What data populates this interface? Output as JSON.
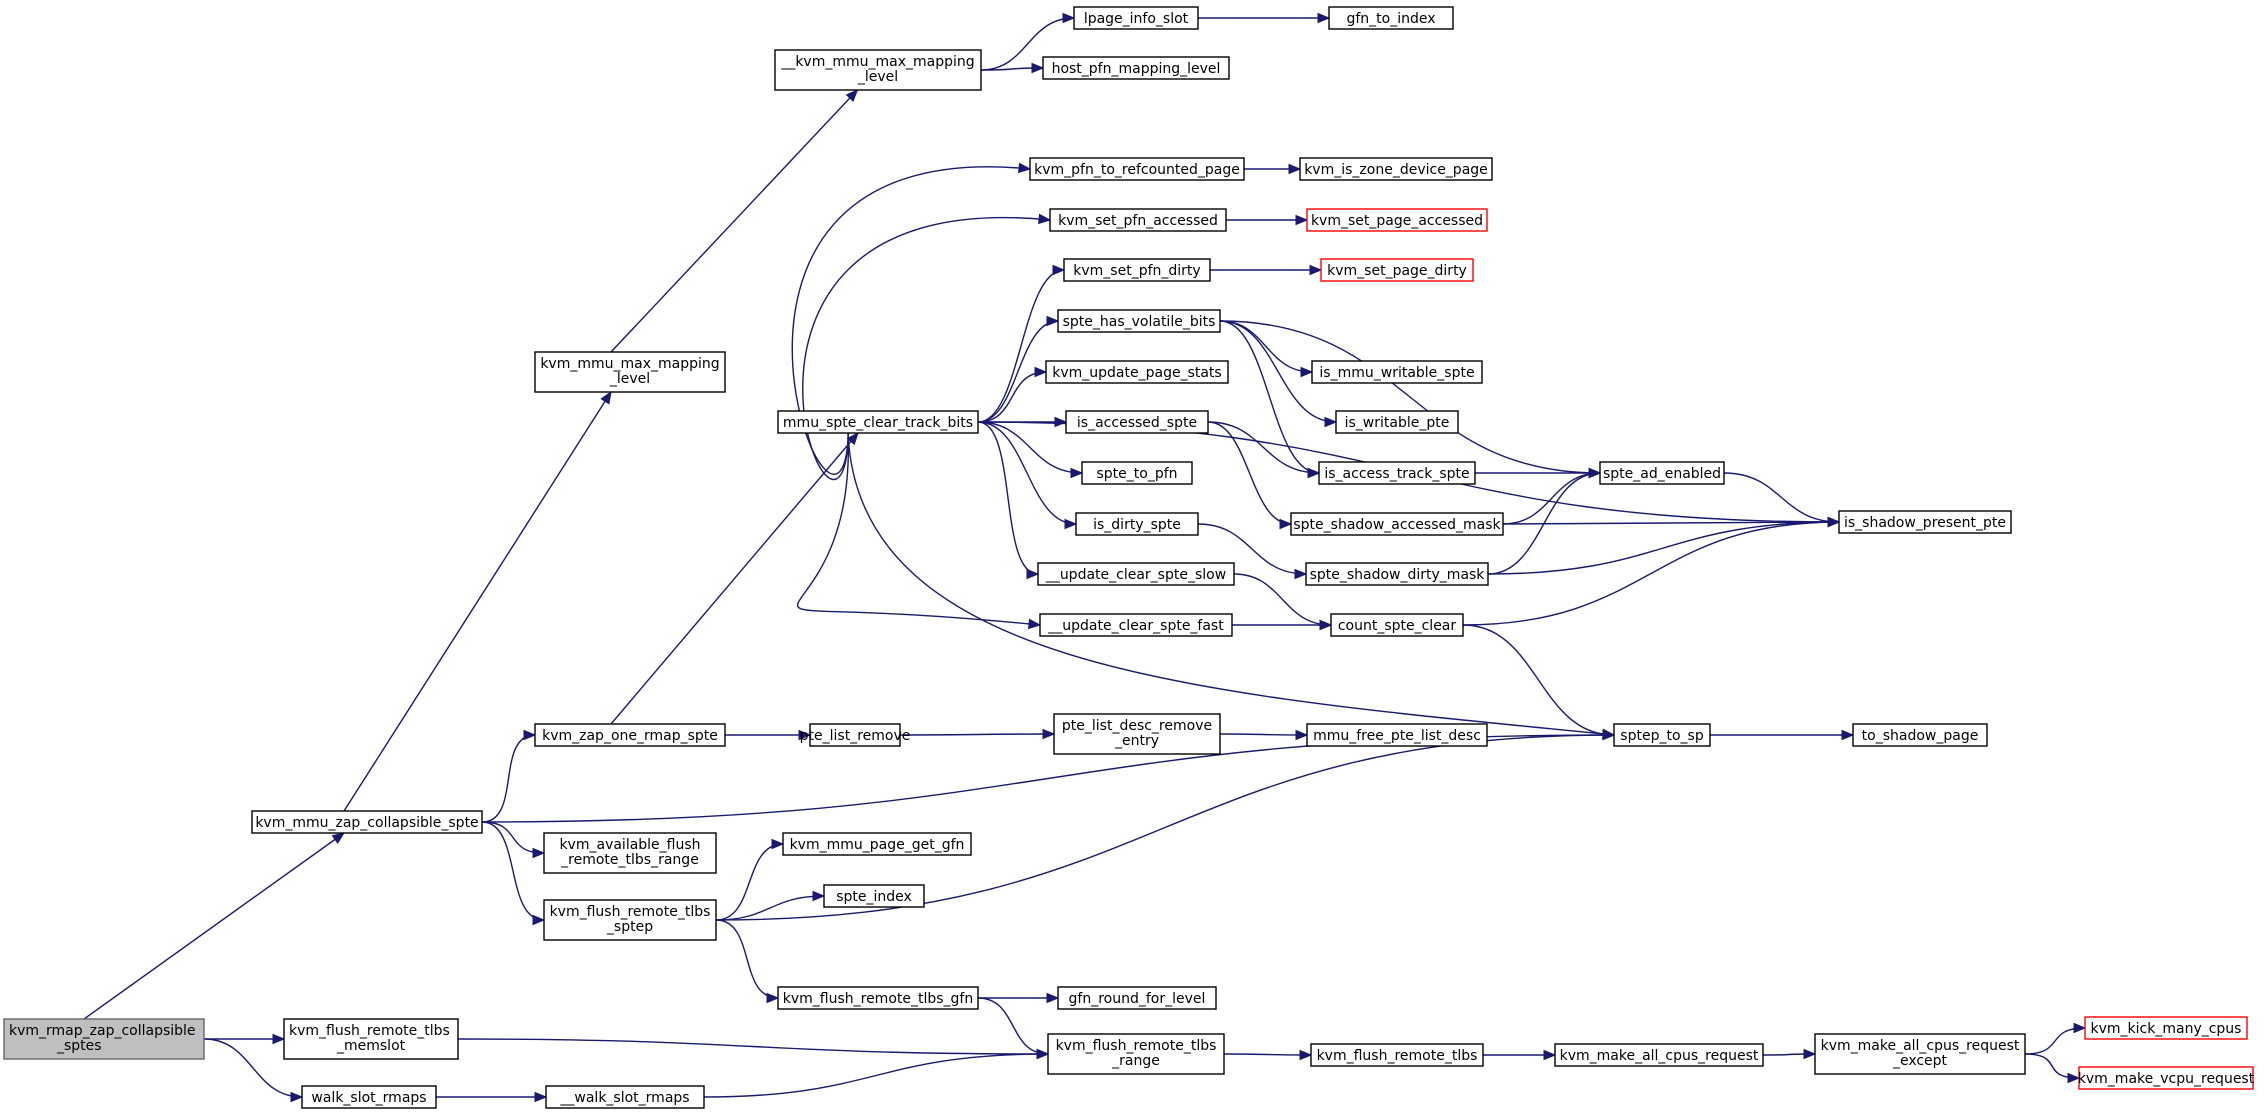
{
  "colors": {
    "edge": "#191970",
    "root_fill": "#bfbfbf",
    "truncated_border": "#ff0000",
    "node_border": "#000000"
  },
  "nodes": [
    {
      "id": "root",
      "lines": [
        "kvm_rmap_zap_collapsible",
        "_sptes"
      ],
      "kind": "root"
    },
    {
      "id": "zap_spte",
      "lines": [
        "kvm_mmu_zap_collapsible_spte"
      ]
    },
    {
      "id": "flush_memslot",
      "lines": [
        "kvm_flush_remote_tlbs",
        "_memslot"
      ]
    },
    {
      "id": "walk_slot",
      "lines": [
        "walk_slot_rmaps"
      ]
    },
    {
      "id": "walk_slot2",
      "lines": [
        "__walk_slot_rmaps"
      ]
    },
    {
      "id": "max_map",
      "lines": [
        "kvm_mmu_max_mapping",
        "_level"
      ]
    },
    {
      "id": "zap_one",
      "lines": [
        "kvm_zap_one_rmap_spte"
      ]
    },
    {
      "id": "avail_flush",
      "lines": [
        "kvm_available_flush",
        "_remote_tlbs_range"
      ]
    },
    {
      "id": "flush_sptep",
      "lines": [
        "kvm_flush_remote_tlbs",
        "_sptep"
      ]
    },
    {
      "id": "max_map2",
      "lines": [
        "__kvm_mmu_max_mapping",
        "_level"
      ]
    },
    {
      "id": "clear_track",
      "lines": [
        "mmu_spte_clear_track_bits"
      ]
    },
    {
      "id": "pte_list_remove",
      "lines": [
        "pte_list_remove"
      ]
    },
    {
      "id": "page_get_gfn",
      "lines": [
        "kvm_mmu_page_get_gfn"
      ]
    },
    {
      "id": "spte_index",
      "lines": [
        "spte_index"
      ]
    },
    {
      "id": "flush_gfn",
      "lines": [
        "kvm_flush_remote_tlbs_gfn"
      ]
    },
    {
      "id": "flush_range",
      "lines": [
        "kvm_flush_remote_tlbs",
        "_range"
      ]
    },
    {
      "id": "lpage",
      "lines": [
        "lpage_info_slot"
      ]
    },
    {
      "id": "host_pfn",
      "lines": [
        "host_pfn_mapping_level"
      ]
    },
    {
      "id": "gfn_to_index",
      "lines": [
        "gfn_to_index"
      ]
    },
    {
      "id": "pfn_to_ref",
      "lines": [
        "kvm_pfn_to_refcounted_page"
      ]
    },
    {
      "id": "set_pfn_acc",
      "lines": [
        "kvm_set_pfn_accessed"
      ]
    },
    {
      "id": "set_pfn_dirty",
      "lines": [
        "kvm_set_pfn_dirty"
      ]
    },
    {
      "id": "volatile",
      "lines": [
        "spte_has_volatile_bits"
      ]
    },
    {
      "id": "update_stats",
      "lines": [
        "kvm_update_page_stats"
      ]
    },
    {
      "id": "is_accessed",
      "lines": [
        "is_accessed_spte"
      ]
    },
    {
      "id": "spte_to_pfn",
      "lines": [
        "spte_to_pfn"
      ]
    },
    {
      "id": "is_dirty",
      "lines": [
        "is_dirty_spte"
      ]
    },
    {
      "id": "upd_slow",
      "lines": [
        "__update_clear_spte_slow"
      ]
    },
    {
      "id": "upd_fast",
      "lines": [
        "__update_clear_spte_fast"
      ]
    },
    {
      "id": "zone_dev",
      "lines": [
        "kvm_is_zone_device_page"
      ]
    },
    {
      "id": "set_page_acc",
      "lines": [
        "kvm_set_page_accessed"
      ],
      "kind": "trunc"
    },
    {
      "id": "set_page_dirty",
      "lines": [
        "kvm_set_page_dirty"
      ],
      "kind": "trunc"
    },
    {
      "id": "mmu_writable",
      "lines": [
        "is_mmu_writable_spte"
      ]
    },
    {
      "id": "writable_pte",
      "lines": [
        "is_writable_pte"
      ]
    },
    {
      "id": "access_track",
      "lines": [
        "is_access_track_spte"
      ]
    },
    {
      "id": "shadow_acc",
      "lines": [
        "spte_shadow_accessed_mask"
      ]
    },
    {
      "id": "shadow_dirty",
      "lines": [
        "spte_shadow_dirty_mask"
      ]
    },
    {
      "id": "count_clear",
      "lines": [
        "count_spte_clear"
      ]
    },
    {
      "id": "desc_remove",
      "lines": [
        "pte_list_desc_remove",
        "_entry"
      ]
    },
    {
      "id": "free_desc",
      "lines": [
        "mmu_free_pte_list_desc"
      ]
    },
    {
      "id": "gfn_round",
      "lines": [
        "gfn_round_for_level"
      ]
    },
    {
      "id": "flush_tlbs",
      "lines": [
        "kvm_flush_remote_tlbs"
      ]
    },
    {
      "id": "all_cpus",
      "lines": [
        "kvm_make_all_cpus_request"
      ]
    },
    {
      "id": "ad_enabled",
      "lines": [
        "spte_ad_enabled"
      ]
    },
    {
      "id": "sptep_to_sp",
      "lines": [
        "sptep_to_sp"
      ]
    },
    {
      "id": "all_cpus_exc",
      "lines": [
        "kvm_make_all_cpus_request",
        "_except"
      ]
    },
    {
      "id": "shadow_present",
      "lines": [
        "is_shadow_present_pte"
      ]
    },
    {
      "id": "to_shadow_page",
      "lines": [
        "to_shadow_page"
      ]
    },
    {
      "id": "kick_many",
      "lines": [
        "kvm_kick_many_cpus"
      ],
      "kind": "trunc"
    },
    {
      "id": "vcpu_req",
      "lines": [
        "kvm_make_vcpu_request"
      ],
      "kind": "trunc"
    }
  ],
  "edges": [
    [
      "root",
      "zap_spte"
    ],
    [
      "root",
      "flush_memslot"
    ],
    [
      "root",
      "walk_slot"
    ],
    [
      "zap_spte",
      "max_map"
    ],
    [
      "zap_spte",
      "zap_one"
    ],
    [
      "zap_spte",
      "sptep_to_sp"
    ],
    [
      "zap_spte",
      "avail_flush"
    ],
    [
      "zap_spte",
      "flush_sptep"
    ],
    [
      "max_map",
      "max_map2"
    ],
    [
      "max_map2",
      "lpage"
    ],
    [
      "max_map2",
      "host_pfn"
    ],
    [
      "lpage",
      "gfn_to_index"
    ],
    [
      "zap_one",
      "clear_track"
    ],
    [
      "zap_one",
      "pte_list_remove"
    ],
    [
      "clear_track",
      "pfn_to_ref"
    ],
    [
      "clear_track",
      "set_pfn_acc"
    ],
    [
      "clear_track",
      "set_pfn_dirty"
    ],
    [
      "clear_track",
      "volatile"
    ],
    [
      "clear_track",
      "update_stats"
    ],
    [
      "clear_track",
      "is_accessed"
    ],
    [
      "clear_track",
      "spte_to_pfn"
    ],
    [
      "clear_track",
      "is_dirty"
    ],
    [
      "clear_track",
      "upd_slow"
    ],
    [
      "clear_track",
      "upd_fast"
    ],
    [
      "clear_track",
      "shadow_present"
    ],
    [
      "clear_track",
      "sptep_to_sp"
    ],
    [
      "pfn_to_ref",
      "zone_dev"
    ],
    [
      "set_pfn_acc",
      "set_page_acc"
    ],
    [
      "set_pfn_dirty",
      "set_page_dirty"
    ],
    [
      "volatile",
      "mmu_writable"
    ],
    [
      "volatile",
      "writable_pte"
    ],
    [
      "volatile",
      "access_track"
    ],
    [
      "volatile",
      "ad_enabled"
    ],
    [
      "is_accessed",
      "access_track"
    ],
    [
      "is_accessed",
      "shadow_acc"
    ],
    [
      "is_dirty",
      "shadow_dirty"
    ],
    [
      "access_track",
      "ad_enabled"
    ],
    [
      "shadow_acc",
      "ad_enabled"
    ],
    [
      "shadow_acc",
      "shadow_present"
    ],
    [
      "shadow_dirty",
      "ad_enabled"
    ],
    [
      "shadow_dirty",
      "shadow_present"
    ],
    [
      "ad_enabled",
      "shadow_present"
    ],
    [
      "upd_slow",
      "count_clear"
    ],
    [
      "upd_fast",
      "count_clear"
    ],
    [
      "count_clear",
      "shadow_present"
    ],
    [
      "count_clear",
      "sptep_to_sp"
    ],
    [
      "sptep_to_sp",
      "to_shadow_page"
    ],
    [
      "pte_list_remove",
      "desc_remove"
    ],
    [
      "desc_remove",
      "free_desc"
    ],
    [
      "flush_sptep",
      "page_get_gfn"
    ],
    [
      "flush_sptep",
      "spte_index"
    ],
    [
      "flush_sptep",
      "sptep_to_sp"
    ],
    [
      "flush_sptep",
      "flush_gfn"
    ],
    [
      "flush_gfn",
      "gfn_round"
    ],
    [
      "flush_gfn",
      "flush_range"
    ],
    [
      "flush_memslot",
      "flush_range"
    ],
    [
      "walk_slot",
      "walk_slot2"
    ],
    [
      "walk_slot2",
      "flush_range"
    ],
    [
      "flush_range",
      "flush_tlbs"
    ],
    [
      "flush_tlbs",
      "all_cpus"
    ],
    [
      "all_cpus",
      "all_cpus_exc"
    ],
    [
      "all_cpus_exc",
      "kick_many"
    ],
    [
      "all_cpus_exc",
      "vcpu_req"
    ]
  ]
}
